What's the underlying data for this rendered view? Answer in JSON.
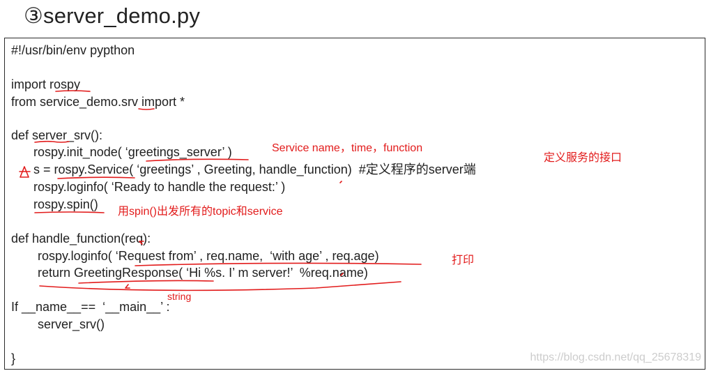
{
  "title": "③server_demo.py",
  "code": {
    "shebang": "#!/usr/bin/env pypthon",
    "import_rospy": "import rospy",
    "from_import": "from service_demo.srv import *",
    "def_server": "def server_srv():",
    "init_node": "rospy.init_node( ‘greetings_server’ )",
    "service_line": "s = rospy.Service( ‘greetings’ , Greeting, handle_function)  #定义程序的server端",
    "loginfo_ready": "rospy.loginfo( ‘Ready to handle the request:’ )",
    "spin": "rospy.spin()",
    "def_handle": "def handle_function(req):",
    "loginfo_request": "rospy.loginfo( ‘Request from’ , req.name,  ‘with age’ , req.age)",
    "return_line": "return GreetingResponse( ‘Hi %s. I’ m server!’  %req.name)",
    "if_main": "If __name__==  ‘__main__’ :",
    "server_call": "server_srv()",
    "closing_brace": "}"
  },
  "annotations": {
    "service_params": "Service name，time，function",
    "define_interface": "定义服务的接口",
    "spin_note": "用spin()出发所有的topic和service",
    "print_note": "打印",
    "string_note": "string"
  },
  "watermark": "https://blog.csdn.net/qq_25678319",
  "colors": {
    "annotation": "#e21b1b",
    "code_text": "#1f1f1f",
    "border": "#2a2a2a"
  }
}
